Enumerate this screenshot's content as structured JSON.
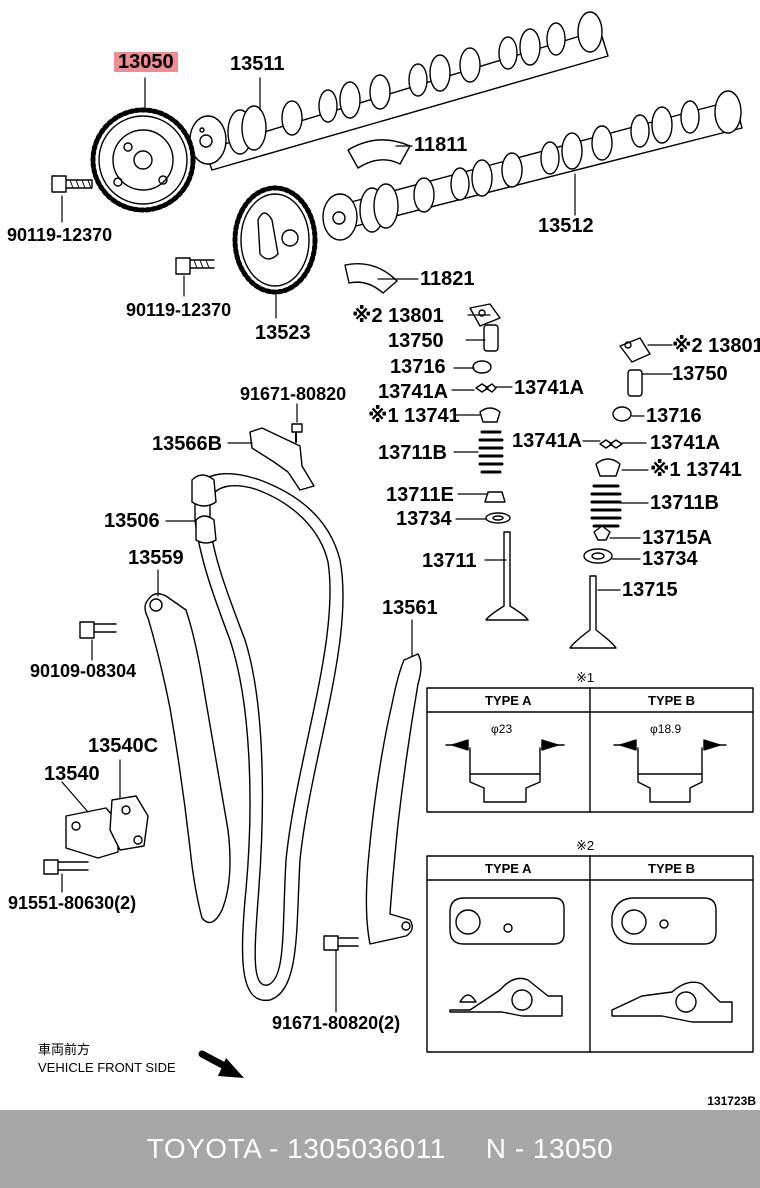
{
  "labels": {
    "l13050": "13050",
    "l13511": "13511",
    "l11811": "11811",
    "l13512": "13512",
    "l11821": "11821",
    "l13523": "13523",
    "l90119a": "90119-12370",
    "l90119b": "90119-12370",
    "l13801a": "※2 13801",
    "l13750a": "13750",
    "l13716a": "13716",
    "l13741Aa": "13741A",
    "l13741Ab": "13741A",
    "l13741a": "※1 13741",
    "l13711Ba": "13711B",
    "l13741Ac": "13741A",
    "l13741Ad": "13741A",
    "l13711E": "13711E",
    "l13734a": "13734",
    "l13711": "13711",
    "l13801b": "※2 13801",
    "l13750b": "13750",
    "l13716b": "13716",
    "l13741b": "※1 13741",
    "l13711Bb": "13711B",
    "l13715A": "13715A",
    "l13734b": "13734",
    "l13715": "13715",
    "l91671a": "91671-80820",
    "l13566B": "13566B",
    "l13506": "13506",
    "l13559": "13559",
    "l90109": "90109-08304",
    "l13561": "13561",
    "l13540C": "13540C",
    "l13540": "13540",
    "l91551": "91551-80630(2)",
    "l91671b": "91671-80820(2)"
  },
  "table1": {
    "mark": "※1",
    "type_a": "TYPE A",
    "type_b": "TYPE B",
    "dim_a": "φ23",
    "dim_b": "φ18.9"
  },
  "table2": {
    "mark": "※2",
    "type_a": "TYPE A",
    "type_b": "TYPE B"
  },
  "direction": {
    "jp": "車両前方",
    "en": "VEHICLE FRONT SIDE"
  },
  "drawing_code": "131723B",
  "footer": {
    "brand": "TOYOTA - 1305036011",
    "ref": "N - 13050"
  },
  "colors": {
    "highlight": "#f08c94",
    "footer_bg": "#a7a7a7"
  },
  "icons": [
    "arrow-icon"
  ]
}
